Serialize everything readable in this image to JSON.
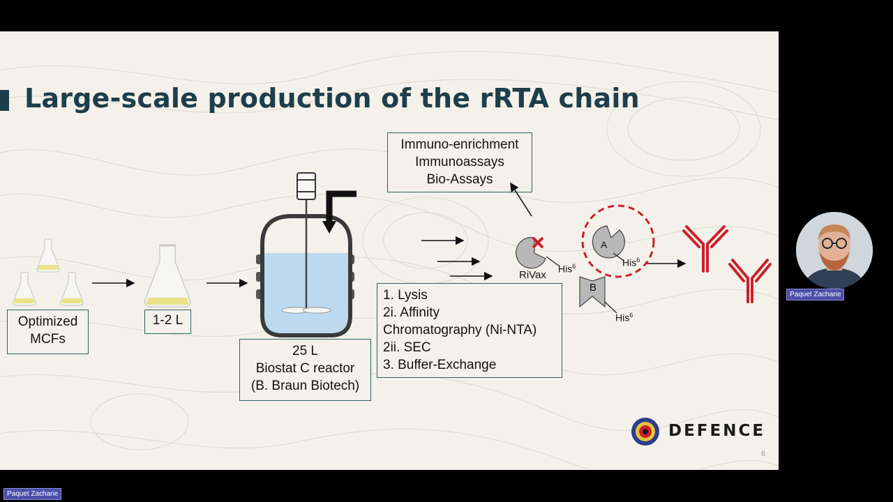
{
  "slide": {
    "title": "Large-scale production of the rRTA chain",
    "page_number": "6",
    "logo_text": "DEFENCE"
  },
  "boxes": {
    "mcfs": [
      "Optimized",
      "MCFs"
    ],
    "flask": [
      "1-2 L"
    ],
    "reactor": [
      "25 L",
      "Biostat C reactor",
      "(B. Braun Biotech)"
    ],
    "assays": [
      "Immuno-enrichment",
      "Immunoassays",
      "Bio-Assays"
    ],
    "steps": [
      "1. Lysis",
      "2i. Affinity",
      "Chromatography (Ni-NTA)",
      "2ii. SEC",
      "3. Buffer-Exchange"
    ]
  },
  "labels": {
    "rivax": "RiVax",
    "his_tag": "His",
    "his_sup": "6",
    "chain_a": "A",
    "chain_b": "B"
  },
  "colors": {
    "title": "#1d3e4a",
    "box_border": "#2f5f5f",
    "accent_red": "#cc1f2a",
    "liquid_blue": "#bcd9ef",
    "flask_yellow": "#e9e48a",
    "slide_bg": "#f3f1ea"
  },
  "participants": {
    "self_name": "Paquet Zacharie",
    "speaker_name": "Paquet Zacharie"
  }
}
